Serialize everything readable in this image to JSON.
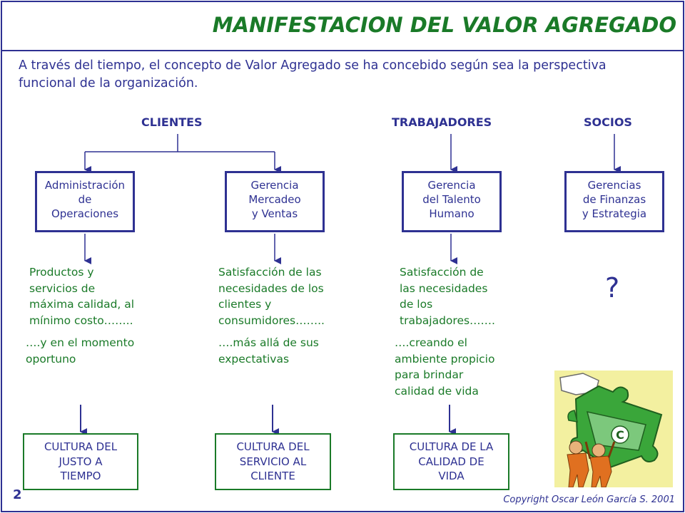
{
  "header": {
    "title": "MANIFESTACION DEL VALOR AGREGADO"
  },
  "intro": {
    "text": "A través del tiempo, el concepto de Valor Agregado se ha concebido según sea la perspectiva funcional de la organización."
  },
  "columns": {
    "clientes": "CLIENTES",
    "trabajadores": "TRABAJADORES",
    "socios": "SOCIOS"
  },
  "areas": [
    {
      "label": "Administración\nde\nOperaciones"
    },
    {
      "label": "Gerencia\nMercadeo\ny Ventas"
    },
    {
      "label": "Gerencia\ndel Talento\nHumano"
    },
    {
      "label": "Gerencias\nde Finanzas\ny Estrategia"
    }
  ],
  "descriptions": [
    {
      "primary": "Productos y\nservicios de\nmáxima calidad, al\nmínimo costo……..",
      "secondary": "….y en el momento\noportuno"
    },
    {
      "primary": "Satisfacción de las\nnecesidades de los\nclientes y\nconsumidores……..",
      "secondary": "….más allá de sus\nexpectativas"
    },
    {
      "primary": "Satisfacción de\nlas necesidades\nde los\ntrabajadores…….",
      "secondary": "….creando el\nambiente propicio\npara brindar\ncalidad de vida"
    }
  ],
  "unknown_mark": "?",
  "cultures": [
    {
      "label": "CULTURA DEL\nJUSTO A\nTIEMPO"
    },
    {
      "label": "CULTURA DEL\nSERVICIO AL\nCLIENTE"
    },
    {
      "label": "CULTURA DE LA\nCALIDAD DE\nVIDA"
    }
  ],
  "footer": {
    "slide_number": "2",
    "copyright": "Copyright Oscar León García S. 2001"
  },
  "colors": {
    "blue": "#2e3192",
    "green": "#1a7a28"
  },
  "icons": {
    "clipart": "people-carrying-money-puzzle-icon"
  }
}
